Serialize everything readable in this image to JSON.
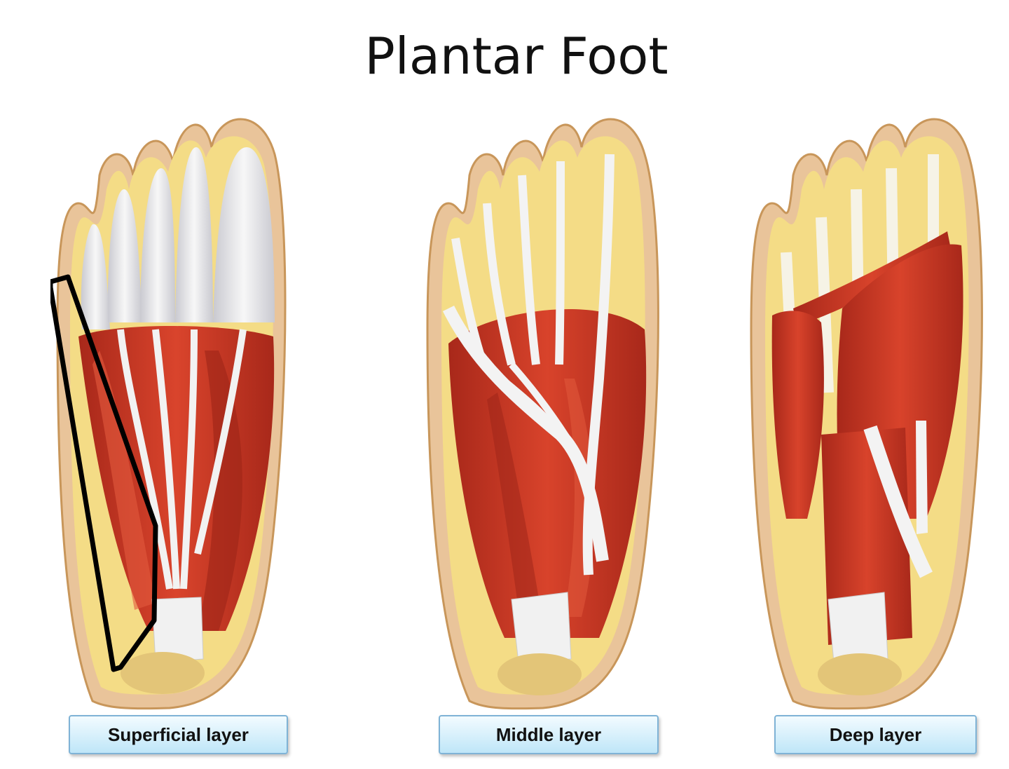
{
  "title": "Plantar Foot",
  "layers": [
    {
      "label": "Superficial layer"
    },
    {
      "label": "Middle layer"
    },
    {
      "label": "Deep layer"
    }
  ],
  "colors": {
    "skin": "#e9c49a",
    "fat": "#f4dc86",
    "muscle": "#c63322",
    "tendon": "#eeeeee",
    "highlight_outline": "#000000",
    "label_fill": "#cfeefb",
    "label_border": "#7fb3d6"
  }
}
